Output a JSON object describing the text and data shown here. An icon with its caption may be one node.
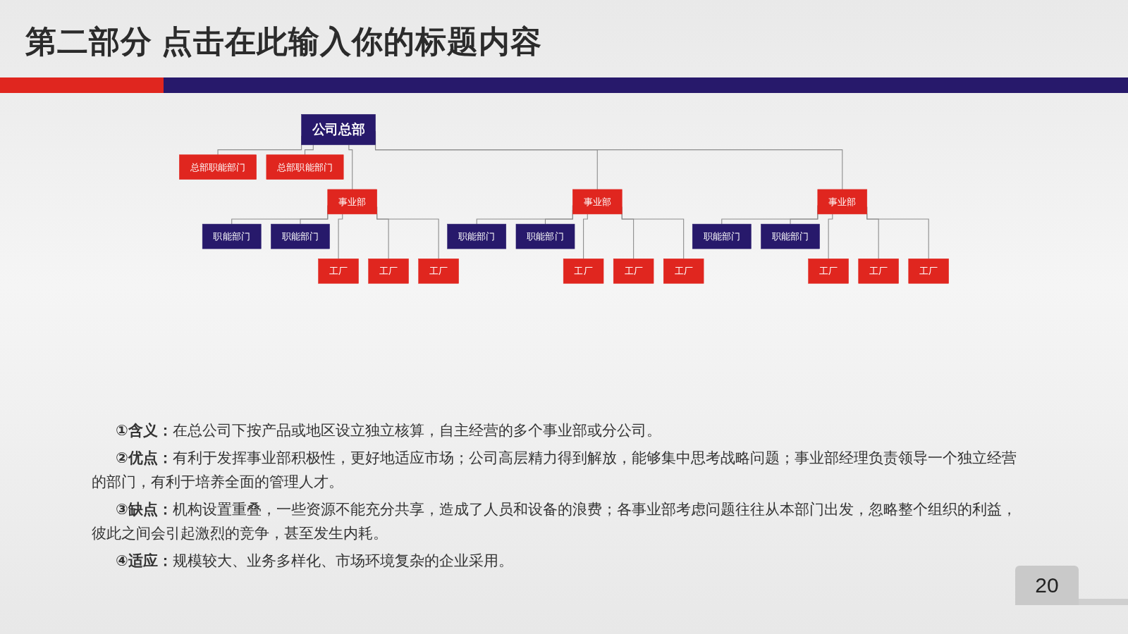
{
  "diagram": {
    "title": "第二部分 点击在此输入你的标题内容",
    "nodes": [
      {
        "text": [
          "公司总部"
        ]
      },
      {
        "text": [
          "总部职能部门"
        ]
      },
      {
        "text": [
          "总部职能部门"
        ]
      },
      {
        "text": [
          "事业部"
        ]
      },
      {
        "text": [
          "事业部"
        ]
      },
      {
        "text": [
          "事业部"
        ]
      },
      {
        "text": [
          "职能部门"
        ]
      },
      {
        "text": [
          "职能部门"
        ]
      },
      {
        "text": [
          "职能部门"
        ]
      },
      {
        "text": [
          "职能部门"
        ]
      },
      {
        "text": [
          "职能部门"
        ]
      },
      {
        "text": [
          "职能部门"
        ]
      },
      {
        "text": [
          "工厂"
        ]
      },
      {
        "text": [
          "工厂"
        ]
      },
      {
        "text": [
          "工厂"
        ]
      },
      {
        "text": [
          "工厂"
        ]
      },
      {
        "text": [
          "工厂"
        ]
      },
      {
        "text": [
          "工厂"
        ]
      },
      {
        "text": [
          "工厂"
        ]
      },
      {
        "text": [
          "工厂"
        ]
      },
      {
        "text": [
          "工厂"
        ]
      }
    ],
    "edges": [
      {
        "from": 0,
        "to": 1,
        "arrow": "none"
      },
      {
        "from": 0,
        "to": 2,
        "arrow": "none"
      },
      {
        "from": 0,
        "to": 3,
        "arrow": "none"
      },
      {
        "from": 0,
        "to": 4,
        "arrow": "none"
      },
      {
        "from": 0,
        "to": 5,
        "arrow": "none"
      },
      {
        "from": 3,
        "to": 6,
        "arrow": "none"
      },
      {
        "from": 3,
        "to": 7,
        "arrow": "none"
      },
      {
        "from": 4,
        "to": 8,
        "arrow": "none"
      },
      {
        "from": 4,
        "to": 9,
        "arrow": "none"
      },
      {
        "from": 5,
        "to": 10,
        "arrow": "none"
      },
      {
        "from": 5,
        "to": 11,
        "arrow": "none"
      },
      {
        "from": 3,
        "to": 12,
        "arrow": "none"
      },
      {
        "from": 3,
        "to": 13,
        "arrow": "none"
      },
      {
        "from": 3,
        "to": 14,
        "arrow": "none"
      },
      {
        "from": 4,
        "to": 15,
        "arrow": "none"
      },
      {
        "from": 4,
        "to": 16,
        "arrow": "none"
      },
      {
        "from": 4,
        "to": 17,
        "arrow": "none"
      },
      {
        "from": 5,
        "to": 18,
        "arrow": "none"
      },
      {
        "from": 5,
        "to": 19,
        "arrow": "none"
      },
      {
        "from": 5,
        "to": 20,
        "arrow": "none"
      }
    ],
    "labels": [
      "**①含义：**在总公司下按产品或地区设立独立核算，自主经营的多个事业部或分公司。",
      "**②优点：**有利于发挥事业部积极性，更好地适应市场；公司高层精力得到解放，能够集中思考战略问题；事业部经理负责领导一个独立经营的部门，有利于培养全面的管理人才。",
      "**③缺点：**机构设置重叠，一些资源不能充分共享，造成了人员和设备的浪费；各事业部考虑问题往往从本部门出发，忽略整个组织的利益，彼此之间会引起激烈的竞争，甚至发生内耗。",
      "**④适应：**规模较大、业务多样化、市场环境复杂的企业采用。",
      "20"
    ]
  }
}
